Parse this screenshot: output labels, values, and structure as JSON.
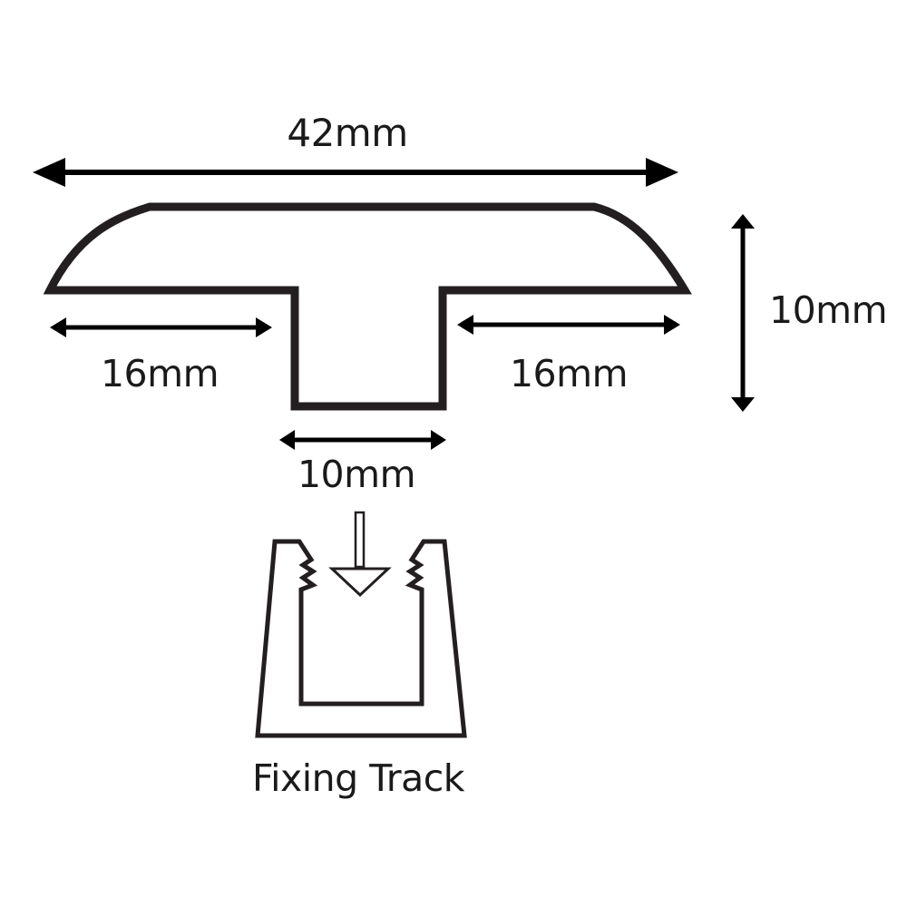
{
  "diagram": {
    "title": "T-Bar profile with fixing track",
    "colors": {
      "stroke": "#231f20",
      "background": "#ffffff",
      "text": "#1a1a1a"
    },
    "dimensions": {
      "overall_width": "42mm",
      "left_wing": "16mm",
      "right_wing": "16mm",
      "height": "10mm",
      "stem_width": "10mm"
    },
    "components": {
      "profile": "T-shaped transition profile",
      "track_label": "Fixing Track",
      "insert_arrow": "arrow-down"
    }
  }
}
